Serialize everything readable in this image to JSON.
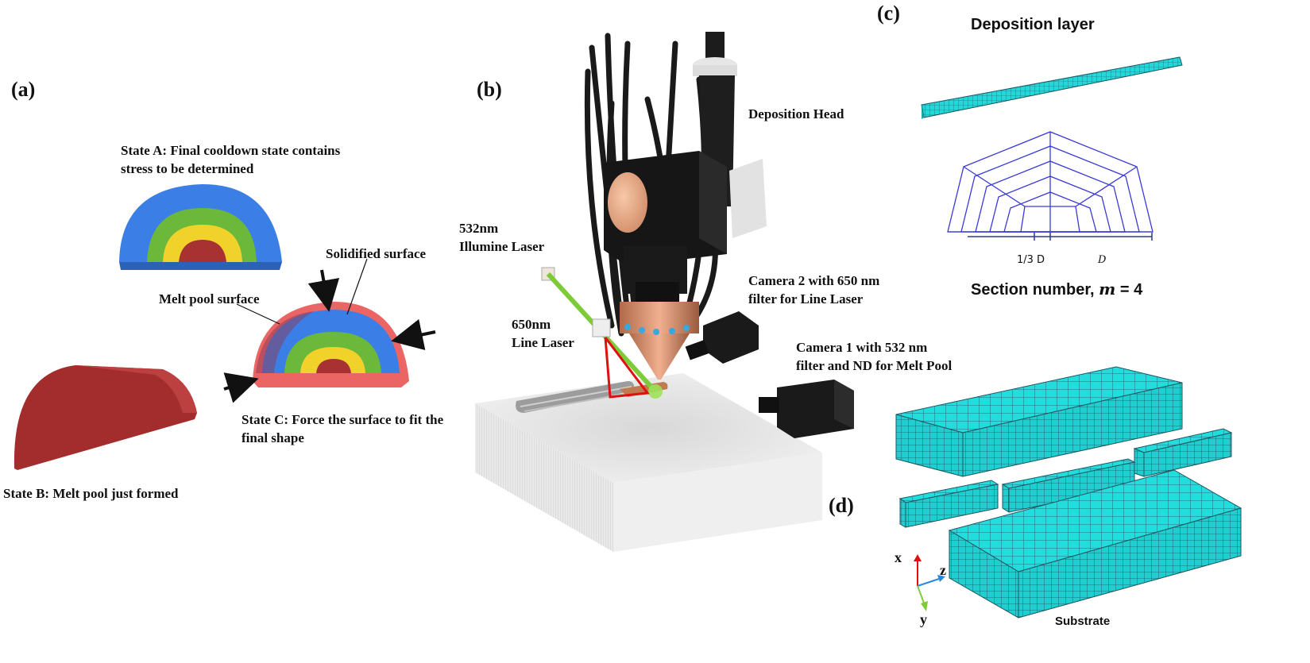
{
  "panels": {
    "a": {
      "label": "(a)",
      "state_a_line1": "State A:  Final cooldown state contains",
      "state_a_line2": "stress to be determined",
      "solidified_surface": "Solidified surface",
      "melt_pool_surface": "Melt pool surface",
      "state_b": "State B: Melt pool just formed",
      "state_c_line1": "State C: Force the surface to fit the",
      "state_c_line2": "final shape"
    },
    "b": {
      "label": "(b)",
      "deposition_head": "Deposition Head",
      "illumine_laser_line1": "532nm",
      "illumine_laser_line2": "Illumine Laser",
      "camera2_line1": "Camera 2 with 650 nm",
      "camera2_line2": "filter for Line Laser",
      "line_laser_line1": "650nm",
      "line_laser_line2": "Line Laser",
      "camera1_line1": "Camera 1 with 532 nm",
      "camera1_line2": "filter and ND for Melt Pool"
    },
    "c": {
      "label": "(c)",
      "title": "Deposition layer",
      "tick_third": "1/3 D",
      "tick_d": "D",
      "section_prefix": "Section number, ",
      "section_var": "m",
      "section_eq": " = 4"
    },
    "d": {
      "label": "(d)",
      "axis_x": "x",
      "axis_y": "y",
      "axis_z": "z",
      "substrate": "Substrate"
    }
  },
  "colors": {
    "layer_blue": "#3b7fe6",
    "layer_green": "#6cb83a",
    "layer_yellow": "#f0d22a",
    "core_red": "#a83232",
    "melt_red": "#e83a3a",
    "mesh_cyan": "#21e0e0",
    "mesh_line": "#1f4f5c",
    "section_blue": "#3a3ad8",
    "green_laser": "#7ecb3a",
    "red_laser": "#e01010"
  }
}
